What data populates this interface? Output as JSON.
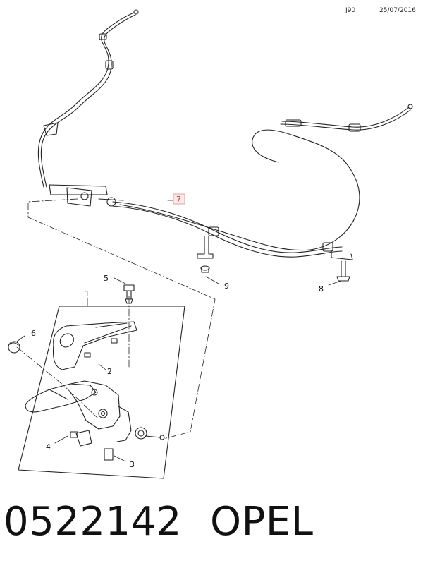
{
  "header": {
    "sheet_code": "J90",
    "date": "25/07/2016"
  },
  "footer": {
    "part_number": "0522142",
    "brand": "OPEL"
  },
  "callouts": {
    "c1": "1",
    "c2": "2",
    "c3": "3",
    "c4": "4",
    "c5": "5",
    "c6": "6",
    "c7": "7",
    "c8": "8",
    "c9": "9"
  },
  "highlight_color": "#e8a0a0"
}
